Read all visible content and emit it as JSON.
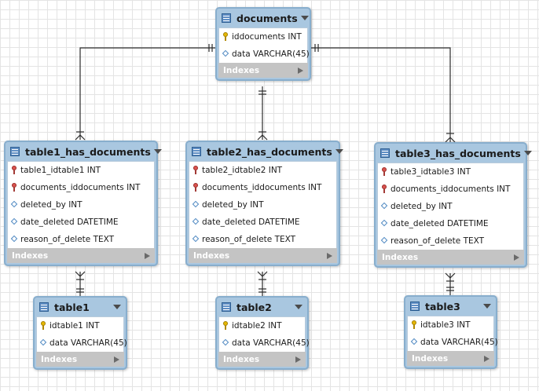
{
  "entities": {
    "documents": {
      "title": "documents",
      "columns": [
        {
          "name": "iddocuments INT",
          "key": "pk"
        },
        {
          "name": "data VARCHAR(45)",
          "key": "attr"
        }
      ],
      "indexes_label": "Indexes"
    },
    "table1_has_documents": {
      "title": "table1_has_documents",
      "columns": [
        {
          "name": "table1_idtable1 INT",
          "key": "fk"
        },
        {
          "name": "documents_iddocuments INT",
          "key": "fk"
        },
        {
          "name": "deleted_by INT",
          "key": "attr"
        },
        {
          "name": "date_deleted DATETIME",
          "key": "attr"
        },
        {
          "name": "reason_of_delete TEXT",
          "key": "attr"
        }
      ],
      "indexes_label": "Indexes"
    },
    "table2_has_documents": {
      "title": "table2_has_documents",
      "columns": [
        {
          "name": "table2_idtable2 INT",
          "key": "fk"
        },
        {
          "name": "documents_iddocuments INT",
          "key": "fk"
        },
        {
          "name": "deleted_by INT",
          "key": "attr"
        },
        {
          "name": "date_deleted DATETIME",
          "key": "attr"
        },
        {
          "name": "reason_of_delete TEXT",
          "key": "attr"
        }
      ],
      "indexes_label": "Indexes"
    },
    "table3_has_documents": {
      "title": "table3_has_documents",
      "columns": [
        {
          "name": "table3_idtable3 INT",
          "key": "fk"
        },
        {
          "name": "documents_iddocuments INT",
          "key": "fk"
        },
        {
          "name": "deleted_by INT",
          "key": "attr"
        },
        {
          "name": "date_deleted DATETIME",
          "key": "attr"
        },
        {
          "name": "reason_of_delete TEXT",
          "key": "attr"
        }
      ],
      "indexes_label": "Indexes"
    },
    "table1": {
      "title": "table1",
      "columns": [
        {
          "name": "idtable1 INT",
          "key": "pk"
        },
        {
          "name": "data VARCHAR(45)",
          "key": "attr"
        }
      ],
      "indexes_label": "Indexes"
    },
    "table2": {
      "title": "table2",
      "columns": [
        {
          "name": "idtable2 INT",
          "key": "pk"
        },
        {
          "name": "data VARCHAR(45)",
          "key": "attr"
        }
      ],
      "indexes_label": "Indexes"
    },
    "table3": {
      "title": "table3",
      "columns": [
        {
          "name": "idtable3 INT",
          "key": "pk"
        },
        {
          "name": "data VARCHAR(45)",
          "key": "attr"
        }
      ],
      "indexes_label": "Indexes"
    }
  },
  "relationships": [
    {
      "from": "documents",
      "to": "table1_has_documents",
      "from_cardinality": "one-and-only-one",
      "to_cardinality": "one-or-many"
    },
    {
      "from": "documents",
      "to": "table2_has_documents",
      "from_cardinality": "one-and-only-one",
      "to_cardinality": "one-or-many"
    },
    {
      "from": "documents",
      "to": "table3_has_documents",
      "from_cardinality": "one-and-only-one",
      "to_cardinality": "one-or-many"
    },
    {
      "from": "table1",
      "to": "table1_has_documents",
      "from_cardinality": "one-and-only-one",
      "to_cardinality": "one-or-many"
    },
    {
      "from": "table2",
      "to": "table2_has_documents",
      "from_cardinality": "one-and-only-one",
      "to_cardinality": "one-or-many"
    },
    {
      "from": "table3",
      "to": "table3_has_documents",
      "from_cardinality": "one-and-only-one",
      "to_cardinality": "one-or-many"
    }
  ],
  "icons": {
    "entity_icon": "table-icon",
    "primary_key_icon": "key-icon",
    "foreign_key_icon": "foreign-key-icon",
    "attribute_icon": "diamond-icon",
    "collapse_icon": "triangle-down-icon",
    "expand_icon": "triangle-right-icon"
  },
  "colors": {
    "entity_header": "#a9c7e0",
    "entity_border": "#88aecd",
    "indexes_bar": "#c4c4c4",
    "primary_key": "#e6b800",
    "foreign_key": "#d9534f",
    "connector": "#2b2b2b"
  }
}
